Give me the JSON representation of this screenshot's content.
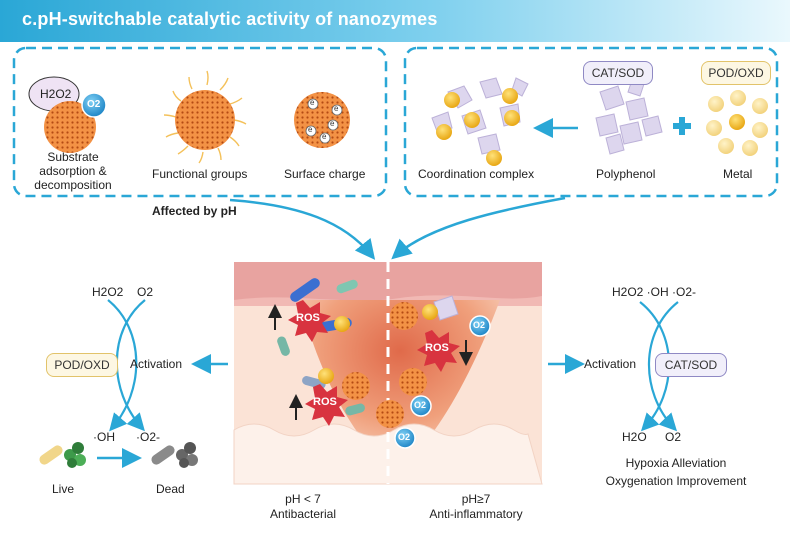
{
  "header": {
    "title": "c.pH-switchable catalytic activity  of nanozymes"
  },
  "left_panel": {
    "h2o2": "H2O2",
    "o2": "O2",
    "item1": [
      "Substrate",
      "adsorption &",
      "decomposition"
    ],
    "item2": "Functional groups",
    "item3": "Surface charge",
    "electron": "e"
  },
  "right_panel": {
    "badge_cat": "CAT/SOD",
    "badge_pod": "POD/OXD",
    "coordination": "Coordination complex",
    "polyphenol": "Polyphenol",
    "metal": "Metal"
  },
  "affected": "Affected by pH",
  "left_cycle": {
    "top_left": "H2O2",
    "top_right": "O2",
    "badge": "POD/OXD",
    "activation": "Activation",
    "bottom_left": "·OH",
    "bottom_right": "·O2-",
    "live": "Live",
    "dead": "Dead"
  },
  "right_cycle": {
    "top": "H2O2  ·OH  ·O2-",
    "badge": "CAT/SOD",
    "activation": "Activation",
    "bottom_left": "H2O",
    "bottom_right": "O2",
    "result1": "Hypoxia Alleviation",
    "result2": "Oxygenation Improvement"
  },
  "center": {
    "ros": "ROS",
    "o2": "O2",
    "ph_low": "pH < 7",
    "ph_low_label": "Antibacterial",
    "ph_high": "pH≥7",
    "ph_high_label": "Anti-inflammatory"
  },
  "colors": {
    "accent": "#2aa7d6",
    "nanozyme": "#f0883a",
    "ros": "#d8333f",
    "o2": "#2f9fd8"
  }
}
